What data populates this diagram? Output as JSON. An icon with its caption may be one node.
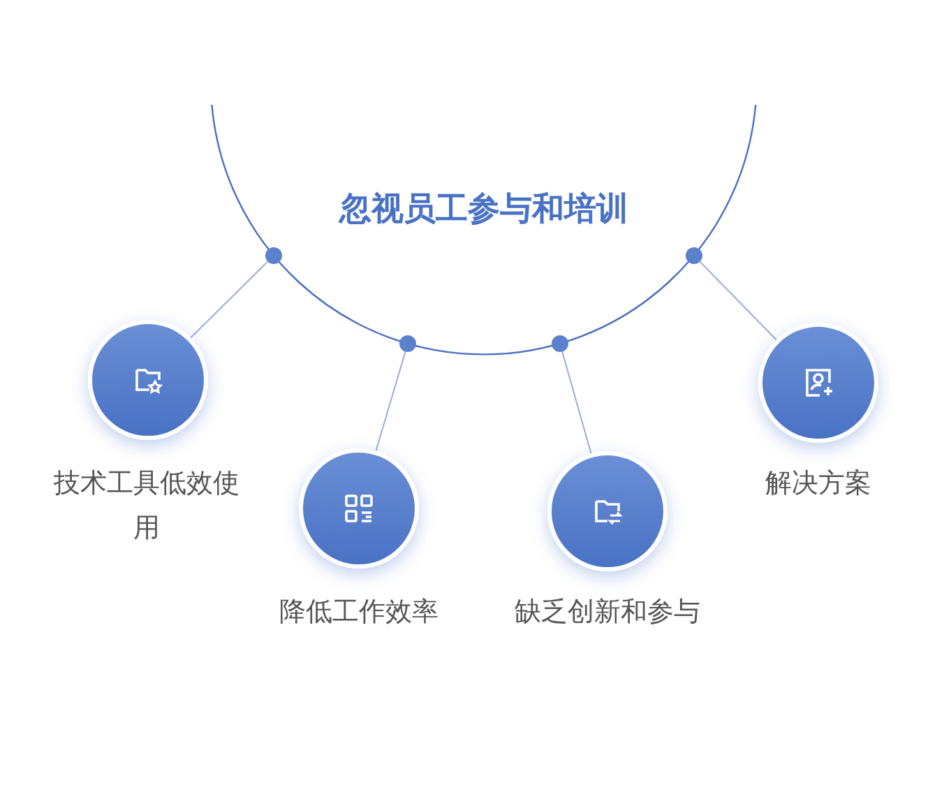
{
  "diagram": {
    "nodes": [
      {
        "text": [
          "忽视员工参与和培训"
        ]
      },
      {
        "text": [],
        "shape": "circle",
        "in": 0
      },
      {
        "text": [],
        "shape": "circle",
        "in": 0
      },
      {
        "text": [],
        "shape": "circle",
        "in": 0
      },
      {
        "text": [],
        "shape": "circle",
        "in": 0
      },
      {
        "text": [
          "技术工具低效使用"
        ]
      },
      {
        "text": [
          "降低工作效率"
        ]
      },
      {
        "text": [
          "缺乏创新和参与"
        ]
      },
      {
        "text": [
          "解决方案"
        ]
      }
    ],
    "edges": [
      {
        "from": 1,
        "to": 5,
        "arrow": "none"
      },
      {
        "from": 2,
        "to": 6,
        "arrow": "none"
      },
      {
        "from": 3,
        "to": 7,
        "arrow": "none"
      },
      {
        "from": 4,
        "to": 8,
        "arrow": "none"
      }
    ]
  }
}
